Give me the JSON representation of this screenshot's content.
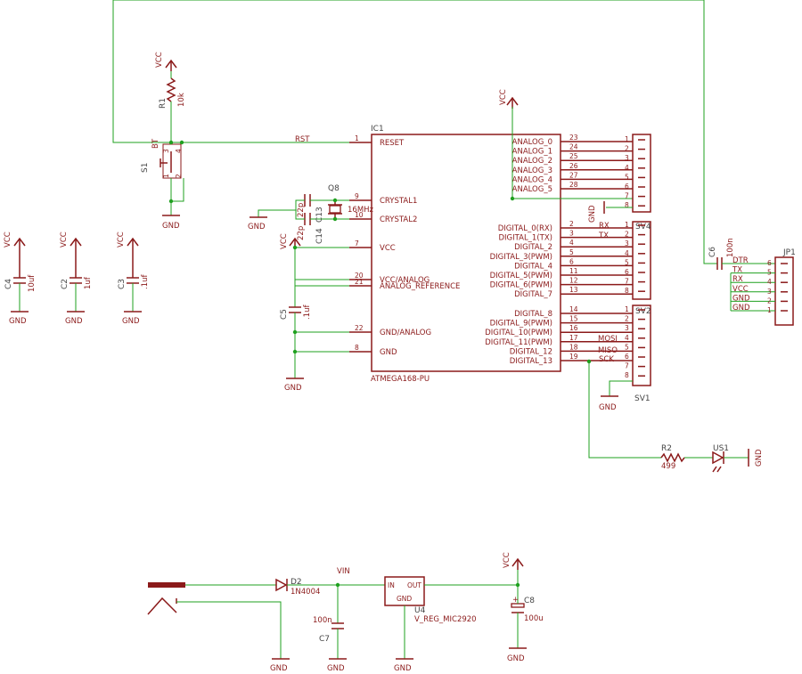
{
  "ic1": {
    "name": "IC1",
    "value": "ATMEGA168-PU",
    "left_pins": [
      {
        "num": "1",
        "label": "RESET"
      },
      {
        "num": "9",
        "label": "CRYSTAL1"
      },
      {
        "num": "10",
        "label": "CRYSTAL2"
      },
      {
        "num": "7",
        "label": "VCC"
      },
      {
        "num": "20",
        "label": "VCC/ANALOG"
      },
      {
        "num": "21",
        "label": "ANALOG_REFERENCE"
      },
      {
        "num": "22",
        "label": "GND/ANALOG"
      },
      {
        "num": "8",
        "label": "GND"
      }
    ],
    "right_pins": [
      {
        "num": "23",
        "label": "ANALOG_0"
      },
      {
        "num": "24",
        "label": "ANALOG_1"
      },
      {
        "num": "25",
        "label": "ANALOG_2"
      },
      {
        "num": "26",
        "label": "ANALOG_3"
      },
      {
        "num": "27",
        "label": "ANALOG_4"
      },
      {
        "num": "28",
        "label": "ANALOG_5"
      },
      {
        "num": "2",
        "label": "DIGITAL_0(RX)"
      },
      {
        "num": "3",
        "label": "DIGITAL_1(TX)"
      },
      {
        "num": "4",
        "label": "DIGITAL_2"
      },
      {
        "num": "5",
        "label": "DIGITAL_3(PWM)"
      },
      {
        "num": "6",
        "label": "DIGITAL_4"
      },
      {
        "num": "11",
        "label": "DIGITAL_5(PWM)"
      },
      {
        "num": "12",
        "label": "DIGITAL_6(PWM)"
      },
      {
        "num": "13",
        "label": "DIGITAL_7"
      },
      {
        "num": "14",
        "label": "DIGITAL_8"
      },
      {
        "num": "15",
        "label": "DIGITAL_9(PWM)"
      },
      {
        "num": "16",
        "label": "DIGITAL_10(PWM)"
      },
      {
        "num": "17",
        "label": "DIGITAL_11(PWM)"
      },
      {
        "num": "18",
        "label": "DIGITAL_12"
      },
      {
        "num": "19",
        "label": "DIGITAL_13"
      }
    ]
  },
  "headers": {
    "sv_top_pins": [
      "1",
      "2",
      "3",
      "4",
      "5",
      "6",
      "7",
      "8"
    ],
    "sv4": {
      "name": "SV4",
      "pins": [
        "1",
        "2",
        "3",
        "4",
        "5",
        "6",
        "7",
        "8"
      ]
    },
    "sv2": {
      "name": "SV2",
      "pins": [
        "1",
        "2",
        "3",
        "4",
        "5",
        "6",
        "7",
        "8"
      ]
    },
    "sv1": {
      "name": "SV1"
    },
    "jp1": {
      "name": "JP1",
      "pins": [
        "6",
        "5",
        "4",
        "3",
        "2",
        "1"
      ]
    }
  },
  "nets": {
    "rst": "RST",
    "rx": "RX",
    "tx": "TX",
    "mosi": "MOSI",
    "miso": "MISO",
    "sck": "SCK",
    "vcc": "VCC",
    "gnd": "GND",
    "vin": "VIN",
    "jp_labels": [
      "DTR",
      "TX",
      "RX",
      "VCC",
      "GND",
      "GND"
    ]
  },
  "parts": {
    "r1": {
      "name": "R1",
      "value": "10k"
    },
    "s1": {
      "name": "S1",
      "pin_labels": [
        "1",
        "2",
        "3",
        "4"
      ],
      "extra": "BT"
    },
    "q8": {
      "name": "Q8",
      "value": "16MHz"
    },
    "c13": {
      "name": "C13",
      "value": "22p"
    },
    "c14": {
      "name": "C14",
      "value": "22p"
    },
    "c5": {
      "name": "C5",
      "value": ".1uf"
    },
    "c4": {
      "name": "C4",
      "value": "10uf"
    },
    "c2": {
      "name": "C2",
      "value": "1uf"
    },
    "c3": {
      "name": "C3",
      "value": ".1uf"
    },
    "c6": {
      "name": "C6",
      "value": "100n"
    },
    "r2": {
      "name": "R2",
      "value": "499"
    },
    "us1": {
      "name": "US1"
    },
    "d2": {
      "name": "D2",
      "value": "1N4004"
    },
    "u4": {
      "name": "U4",
      "value": "V_REG_MIC2920",
      "in": "IN",
      "out": "OUT",
      "gnd": "GND"
    },
    "c7": {
      "name": "C7",
      "value": "100n"
    },
    "c8": {
      "name": "C8",
      "value": "100u",
      "plus": "+"
    }
  },
  "colors": {
    "symbol": "#8b1a1a",
    "wire": "#1fa01f",
    "background": "#ffffff",
    "name_text": "#444444"
  }
}
